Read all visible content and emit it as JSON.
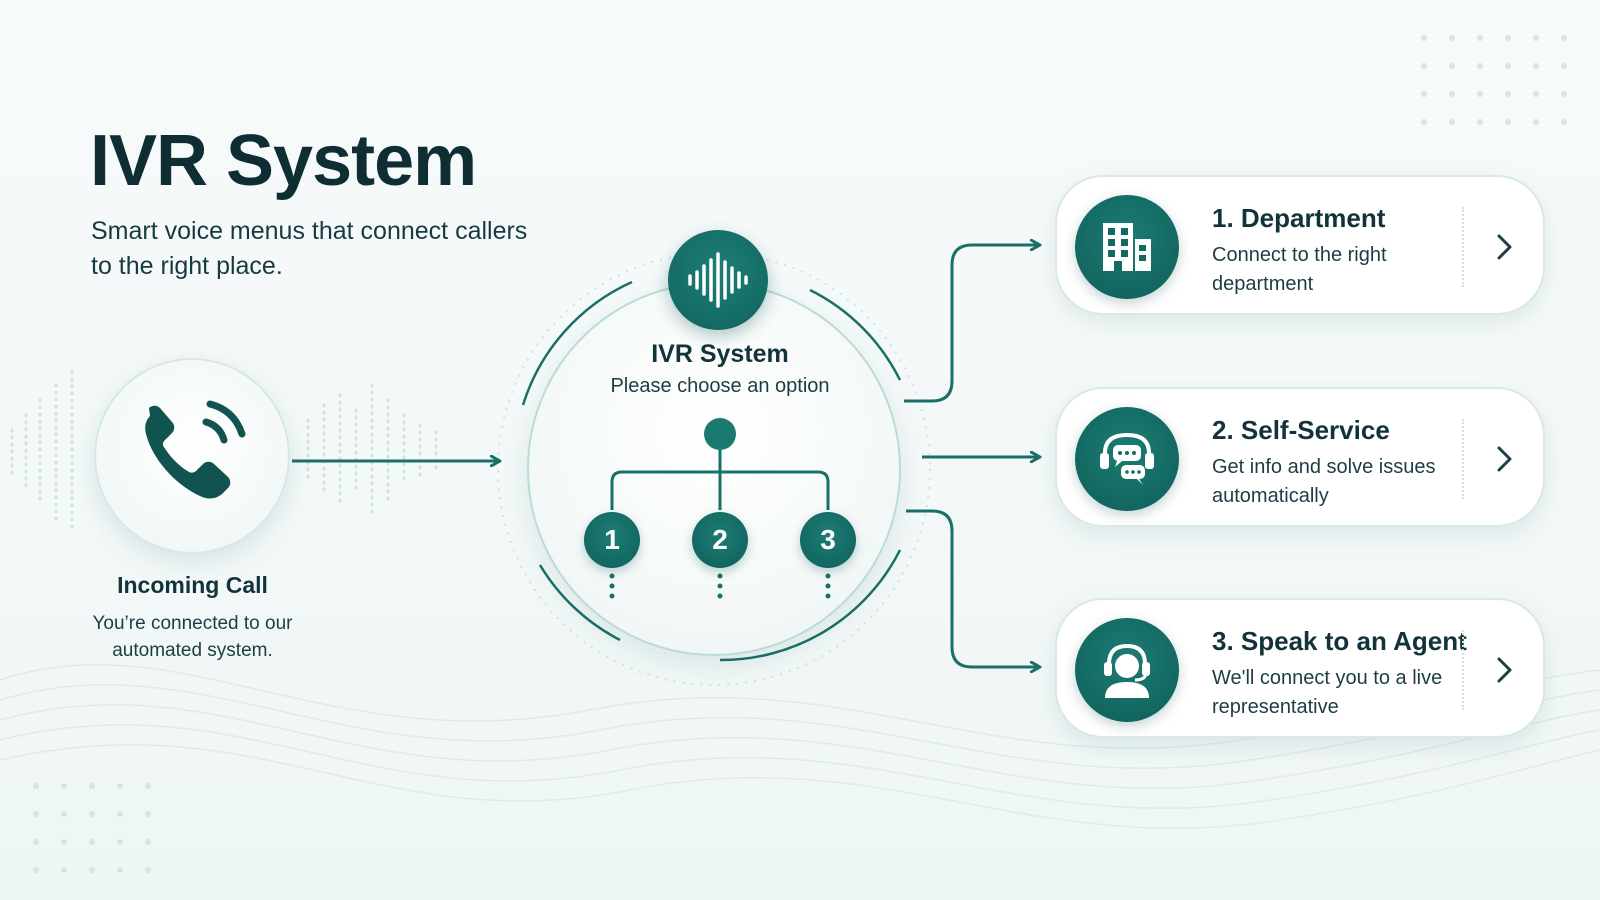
{
  "header": {
    "title": "IVR System",
    "subtitle": "Smart voice menus that connect callers to the right place."
  },
  "incoming_call": {
    "title": "Incoming Call",
    "description": "You’re connected to our automated system.",
    "icon": "phone-ringing-icon"
  },
  "hub": {
    "title": "IVR System",
    "prompt": "Please choose an option",
    "icon": "sound-wave-icon",
    "nodes": [
      "1",
      "2",
      "3"
    ]
  },
  "options": [
    {
      "title": "1. Department",
      "description": "Connect to the right department",
      "icon": "building-icon"
    },
    {
      "title": "2. Self-Service",
      "description": "Get info and solve issues automatically",
      "icon": "headset-chat-icon"
    },
    {
      "title": "3. Speak to an Agent",
      "description": "We'll connect you to a live representative",
      "icon": "agent-icon"
    }
  ],
  "colors": {
    "primary": "#11675f",
    "primary_light": "#1d7f77",
    "text_dark": "#0f2e33",
    "line": "#1b6f69",
    "background": "#f4f9f9"
  }
}
